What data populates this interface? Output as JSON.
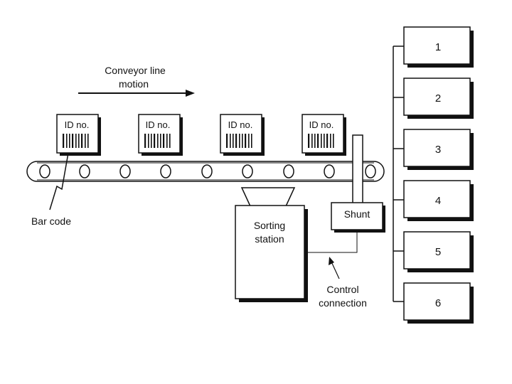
{
  "conveyor_motion": {
    "line1": "Conveyor line",
    "line2": "motion"
  },
  "packages": [
    {
      "label": "ID no."
    },
    {
      "label": "ID no."
    },
    {
      "label": "ID no."
    },
    {
      "label": "ID no."
    }
  ],
  "bar_code_label": "Bar code",
  "sorting_station": {
    "line1": "Sorting",
    "line2": "station"
  },
  "shunt_label": "Shunt",
  "control_connection": {
    "line1": "Control",
    "line2": "connection"
  },
  "bins": [
    {
      "label": "1"
    },
    {
      "label": "2"
    },
    {
      "label": "3"
    },
    {
      "label": "4"
    },
    {
      "label": "5"
    },
    {
      "label": "6"
    }
  ],
  "colors": {
    "stroke": "#111111",
    "shadow": "#111111",
    "background": "#ffffff"
  }
}
